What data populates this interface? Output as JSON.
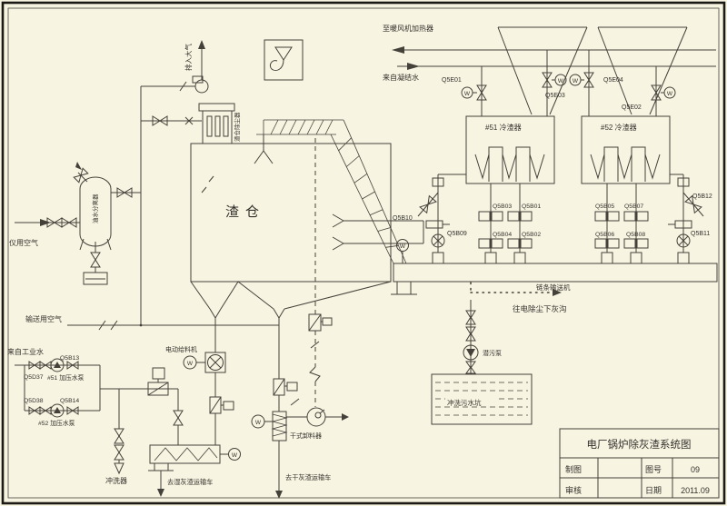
{
  "labels": {
    "vent": "排入大气",
    "instrument_air": "仪用空气",
    "separator": "油水分离器",
    "bag_filter": "渣仓除尘器",
    "slag_bin": "渣仓",
    "conveying_air": "输送用空气",
    "to_air_heater": "至暖风机加热器",
    "from_condensate": "来自凝结水",
    "cooler_51": "#51 冷渣器",
    "cooler_52": "#52 冷渣器",
    "chain_conveyor": "链条输送机",
    "to_esp_ash_ditch": "往电除尘下灰沟",
    "sewage_pump": "潜污泵",
    "sewage_pit": "冲洗污水坑",
    "industrial_water": "来自工业水",
    "pump_51": "#51 加压水泵",
    "pump_52": "#52 加压水泵",
    "washer": "冲洗器",
    "electric_feeder": "电动给料机",
    "to_wet_truck": "去湿灰渣运输车",
    "dry_unloader": "干式卸料器",
    "to_dry_truck": "去干灰渣运输车"
  },
  "valves": {
    "e01": "Q5E01",
    "e02": "Q5E02",
    "e03": "Q5E03",
    "e04": "Q5E04",
    "b01": "Q5B01",
    "b02": "Q5B02",
    "b03": "Q5B03",
    "b04": "Q5B04",
    "b05": "Q5B05",
    "b06": "Q5B06",
    "b07": "Q5B07",
    "b08": "Q5B08",
    "b09": "Q5B09",
    "b10": "Q5B10",
    "b11": "Q5B11",
    "b12": "Q5B12",
    "b13": "Q5B13",
    "b14": "Q5B14",
    "d37": "Q5D37",
    "d38": "Q5D38"
  },
  "motor": "W",
  "title_block": {
    "title": "电厂锅炉除灰渣系统图",
    "drawn_label": "制图",
    "drawn_value": "",
    "review_label": "审核",
    "review_value": "",
    "number_label": "图号",
    "number_value": "09",
    "date_label": "日期",
    "date_value": "2011.09"
  },
  "colors": {
    "paper": "#f8f4e2",
    "ink": "#44413a"
  }
}
